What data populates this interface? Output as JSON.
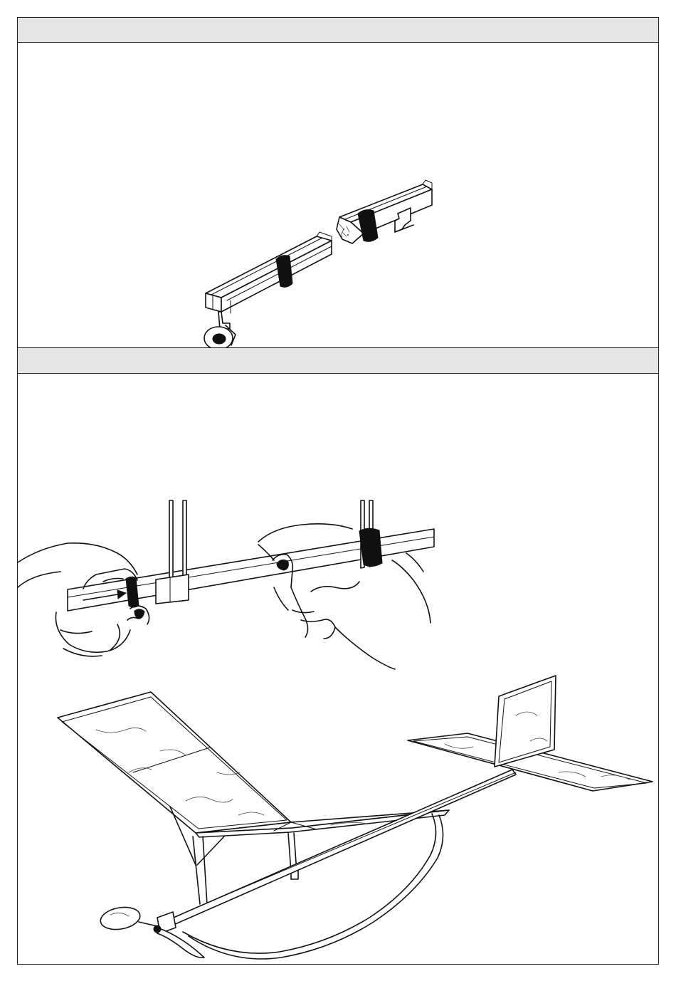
{
  "document": {
    "section_1": {
      "header_text": ""
    },
    "section_2": {
      "header_text": ""
    }
  },
  "illustrations": {
    "motor_stick_parts": {
      "icon": "motor-stick-with-rubber-bands"
    },
    "hands_attaching_wing": {
      "icon": "hands-sliding-rubber-band"
    },
    "assembled_glider": {
      "icon": "rubber-powered-model-airplane"
    }
  },
  "colors": {
    "ink": "#111111",
    "header_band": "#e6e6e6",
    "paper": "#ffffff"
  }
}
